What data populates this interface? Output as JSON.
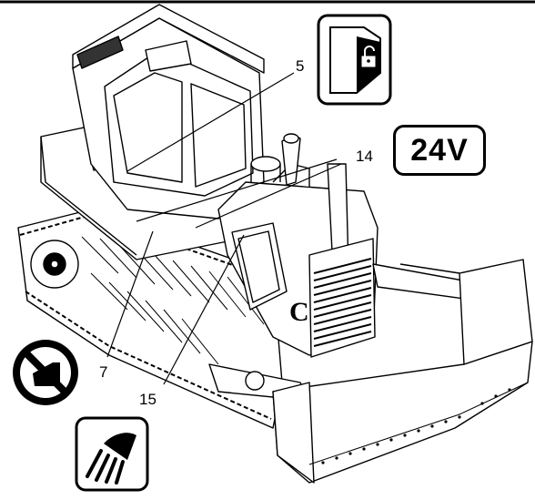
{
  "callouts": {
    "c5": "5",
    "c14": "14",
    "c7": "7",
    "c15": "15"
  },
  "voltage_label": "24V",
  "icons": {
    "lock": "door-lock-icon",
    "no_step": "no-step-icon",
    "light": "work-light-icon"
  },
  "colors": {
    "line": "#000000",
    "fill": "#ffffff",
    "shade": "#222222"
  }
}
